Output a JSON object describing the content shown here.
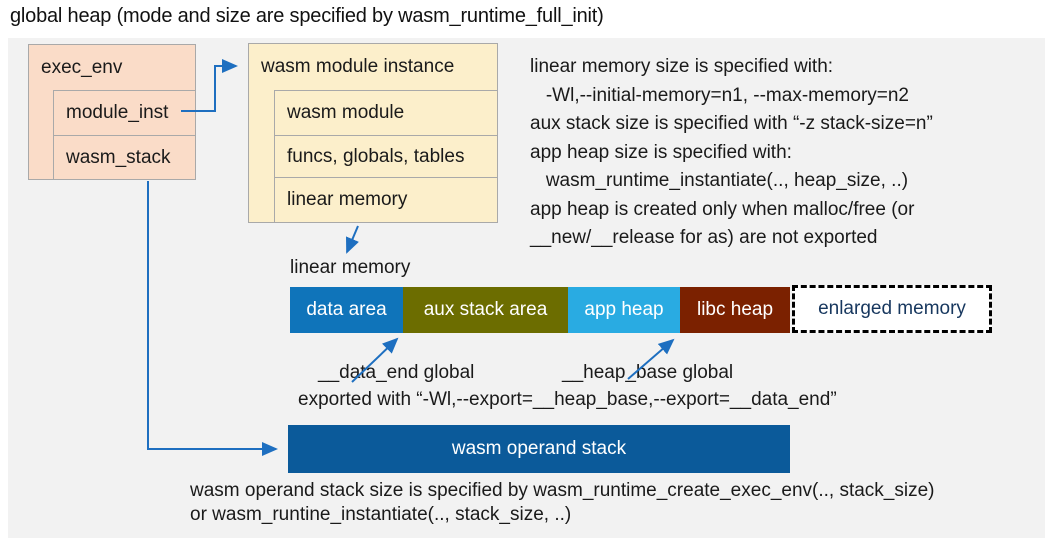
{
  "title": "global heap (mode and size are specified by wasm_runtime_full_init)",
  "exec_env_box": {
    "header": "exec_env",
    "rows": [
      {
        "label": "module_inst"
      },
      {
        "label": "wasm_stack"
      }
    ]
  },
  "module_instance_box": {
    "header": "wasm module instance",
    "rows": [
      {
        "label": "wasm module"
      },
      {
        "label": "funcs, globals, tables"
      },
      {
        "label": "linear memory"
      }
    ]
  },
  "notes": {
    "lines": [
      "linear memory size is specified with:",
      "   -Wl,--initial-memory=n1, --max-memory=n2",
      "aux stack size is specified with “-z stack-size=n”",
      "app heap size is specified with:",
      "   wasm_runtime_instantiate(.., heap_size, ..)",
      "app heap is created only when malloc/free (or",
      "__new/__release for as) are not exported"
    ]
  },
  "linear_memory_bar": {
    "caption": "linear memory",
    "segments": [
      {
        "label": "data area",
        "color": "#0f74ba"
      },
      {
        "label": "aux stack area",
        "color": "#6c6d00"
      },
      {
        "label": "app heap",
        "color": "#29abe2"
      },
      {
        "label": "libc heap",
        "color": "#7b2100"
      },
      {
        "label": "enlarged memory",
        "color": "#ffffff",
        "border": "dashed",
        "text_color": "#17375e"
      }
    ]
  },
  "annotations": {
    "data_end_label": "__data_end global",
    "heap_base_label": "__heap_base global",
    "export_note": "exported with “-Wl,--export=__heap_base,--export=__data_end”"
  },
  "operand_stack_bar": {
    "label": "wasm operand stack",
    "color": "#0b5a9a"
  },
  "footer": {
    "lines": [
      "wasm operand stack size is specified by wasm_runtime_create_exec_env(.., stack_size)",
      "or wasm_runtine_instantiate(.., stack_size, ..)"
    ]
  },
  "colors": {
    "panel_bg": "#f2f2f2",
    "exec_env_fill": "#fadcc8",
    "module_instance_fill": "#fcefcb",
    "box_border": "#a9a9a9",
    "connector_blue": "#1e6fc0",
    "data_area": "#0f74ba",
    "aux_stack_area": "#6c6d00",
    "app_heap": "#29abe2",
    "libc_heap": "#7b2100",
    "operand_stack": "#0b5a9a",
    "enlarged_memory_text": "#17375e"
  }
}
